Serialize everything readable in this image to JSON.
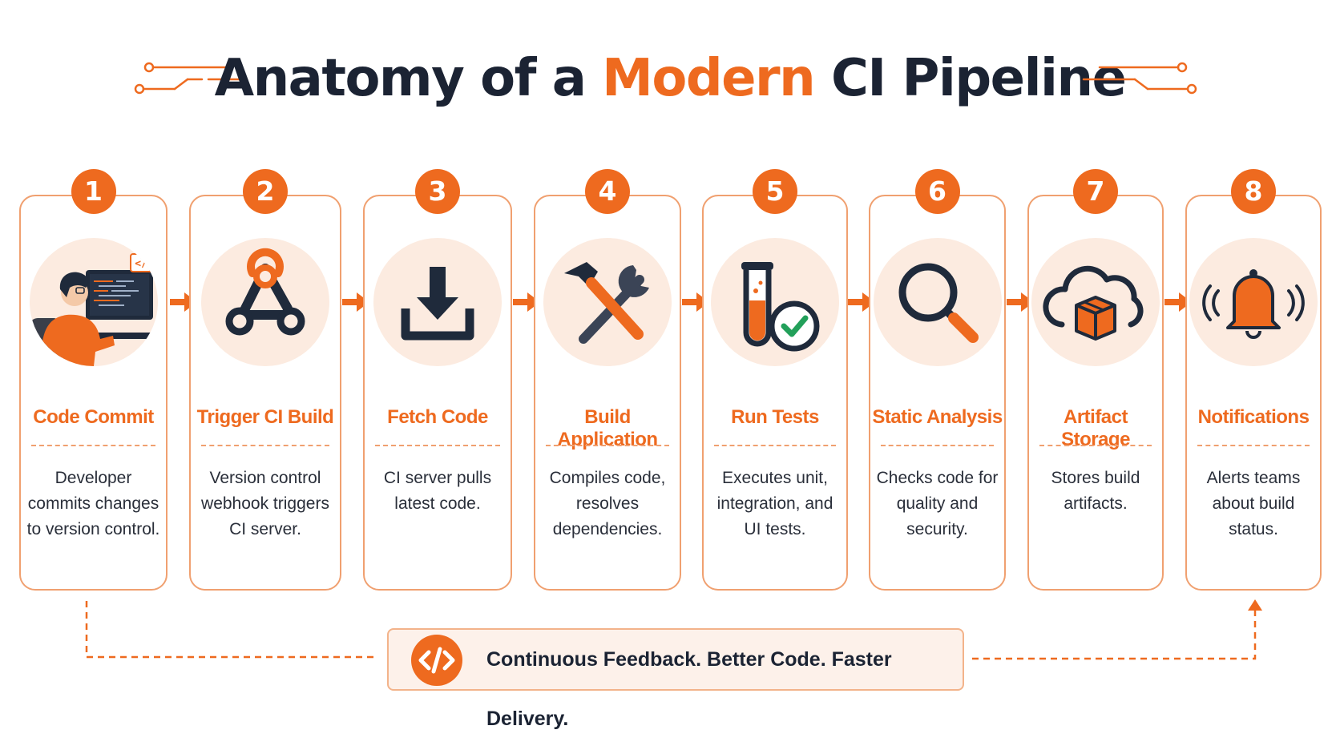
{
  "title": {
    "prefix": "Anatomy of a ",
    "accent": "Modern",
    "suffix": " CI Pipeline"
  },
  "colors": {
    "accent": "#ee6a1f",
    "dark": "#1b2333",
    "soft": "#fcebe0",
    "border": "#f0a070"
  },
  "steps": [
    {
      "number": "1",
      "title": "Code Commit",
      "description": "Developer commits changes to version control.",
      "icon": "developer-icon"
    },
    {
      "number": "2",
      "title": "Trigger CI Build",
      "description": "Version control webhook triggers CI server.",
      "icon": "webhook-icon"
    },
    {
      "number": "3",
      "title": "Fetch Code",
      "description": "CI server pulls latest code.",
      "icon": "download-icon"
    },
    {
      "number": "4",
      "title": "Build Application",
      "description": "Compiles code, resolves dependencies.",
      "icon": "tools-icon"
    },
    {
      "number": "5",
      "title": "Run Tests",
      "description": "Executes unit, integration, and UI tests.",
      "icon": "test-tube-icon"
    },
    {
      "number": "6",
      "title": "Static Analysis",
      "description": "Checks code for quality and security.",
      "icon": "magnifier-icon"
    },
    {
      "number": "7",
      "title": "Artifact Storage",
      "description": "Stores build artifacts.",
      "icon": "cloud-box-icon"
    },
    {
      "number": "8",
      "title": "Notifications",
      "description": "Alerts teams about build status.",
      "icon": "bell-icon"
    }
  ],
  "feedback": {
    "text": "Continuous Feedback.  Better Code. Faster Delivery.",
    "icon": "code-icon"
  }
}
